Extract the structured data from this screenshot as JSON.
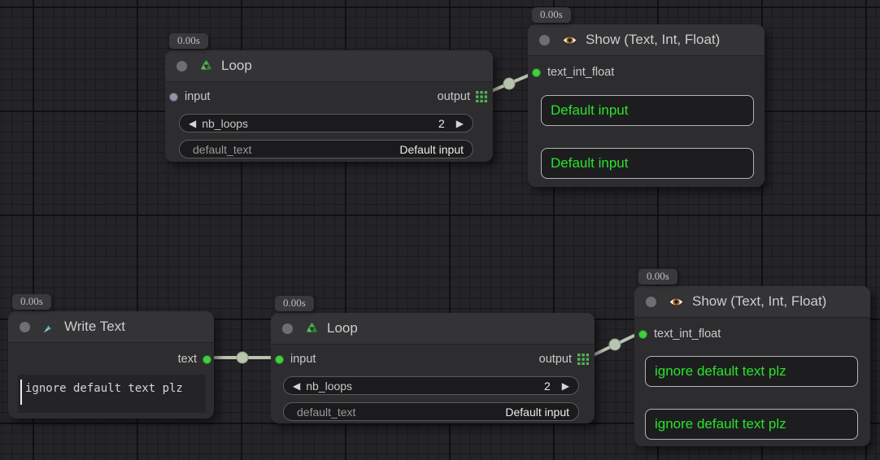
{
  "colors": {
    "port_green": "#41cf41",
    "port_gray": "#9494a8",
    "link": "#b8c4b0",
    "display_text_green": "#2ae22a",
    "node_bg": "#2d2d2f",
    "header_bg": "#343436"
  },
  "nodes": [
    {
      "timer": "0.00s",
      "title": "Loop",
      "icon": "recycle-icon",
      "input_label": "input",
      "output_label": "output",
      "widgets": [
        {
          "label": "nb_loops",
          "value": "2",
          "left_arrow": "◀",
          "right_arrow": "▶"
        },
        {
          "label": "default_text",
          "value": "Default input"
        }
      ]
    },
    {
      "timer": "0.00s",
      "title": "Show (Text, Int, Float)",
      "icon": "eye-icon",
      "input_label": "text_int_float",
      "displays": [
        "Default input",
        "Default input"
      ]
    },
    {
      "timer": "0.00s",
      "title": "Write Text",
      "icon": "pen-icon",
      "output_label": "text",
      "textarea_value": "ignore default text plz"
    },
    {
      "timer": "0.00s",
      "title": "Loop",
      "icon": "recycle-icon",
      "input_label": "input",
      "output_label": "output",
      "widgets": [
        {
          "label": "nb_loops",
          "value": "2",
          "left_arrow": "◀",
          "right_arrow": "▶"
        },
        {
          "label": "default_text",
          "value": "Default input"
        }
      ]
    },
    {
      "timer": "0.00s",
      "title": "Show (Text, Int, Float)",
      "icon": "eye-icon",
      "input_label": "text_int_float",
      "displays": [
        "ignore default text plz",
        "ignore default text plz"
      ]
    }
  ]
}
